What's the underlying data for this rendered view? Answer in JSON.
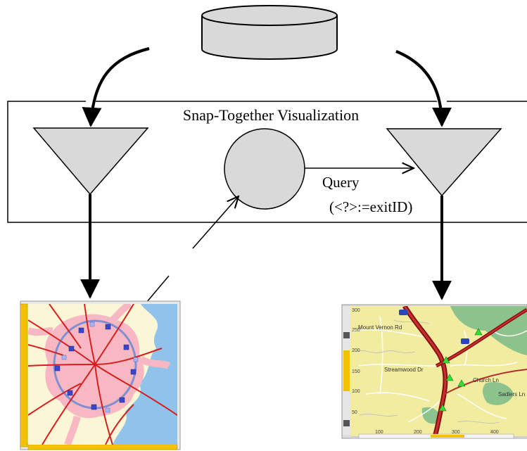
{
  "diagram": {
    "title": "Snap-Together Visualization",
    "query_label": "Query",
    "query_expression": "(<?>:=exitID)"
  },
  "detail_map": {
    "y_ticks": [
      "300",
      "250",
      "200",
      "150",
      "100",
      "50"
    ],
    "x_ticks": [
      "100",
      "200",
      "300",
      "400"
    ],
    "street_labels": [
      "Streamwood Dr",
      "Church Ln",
      "Sadlers Ln",
      "Mount Vernon Rd"
    ]
  },
  "colors": {
    "shape_fill": "#d9d9d9",
    "map_land": "#f2eca0",
    "map_park": "#8cc28c",
    "map_water": "#8fc3ea",
    "map_urban": "#f7b8c4",
    "road": "#d62020",
    "scroll_yellow": "#f2c200"
  }
}
